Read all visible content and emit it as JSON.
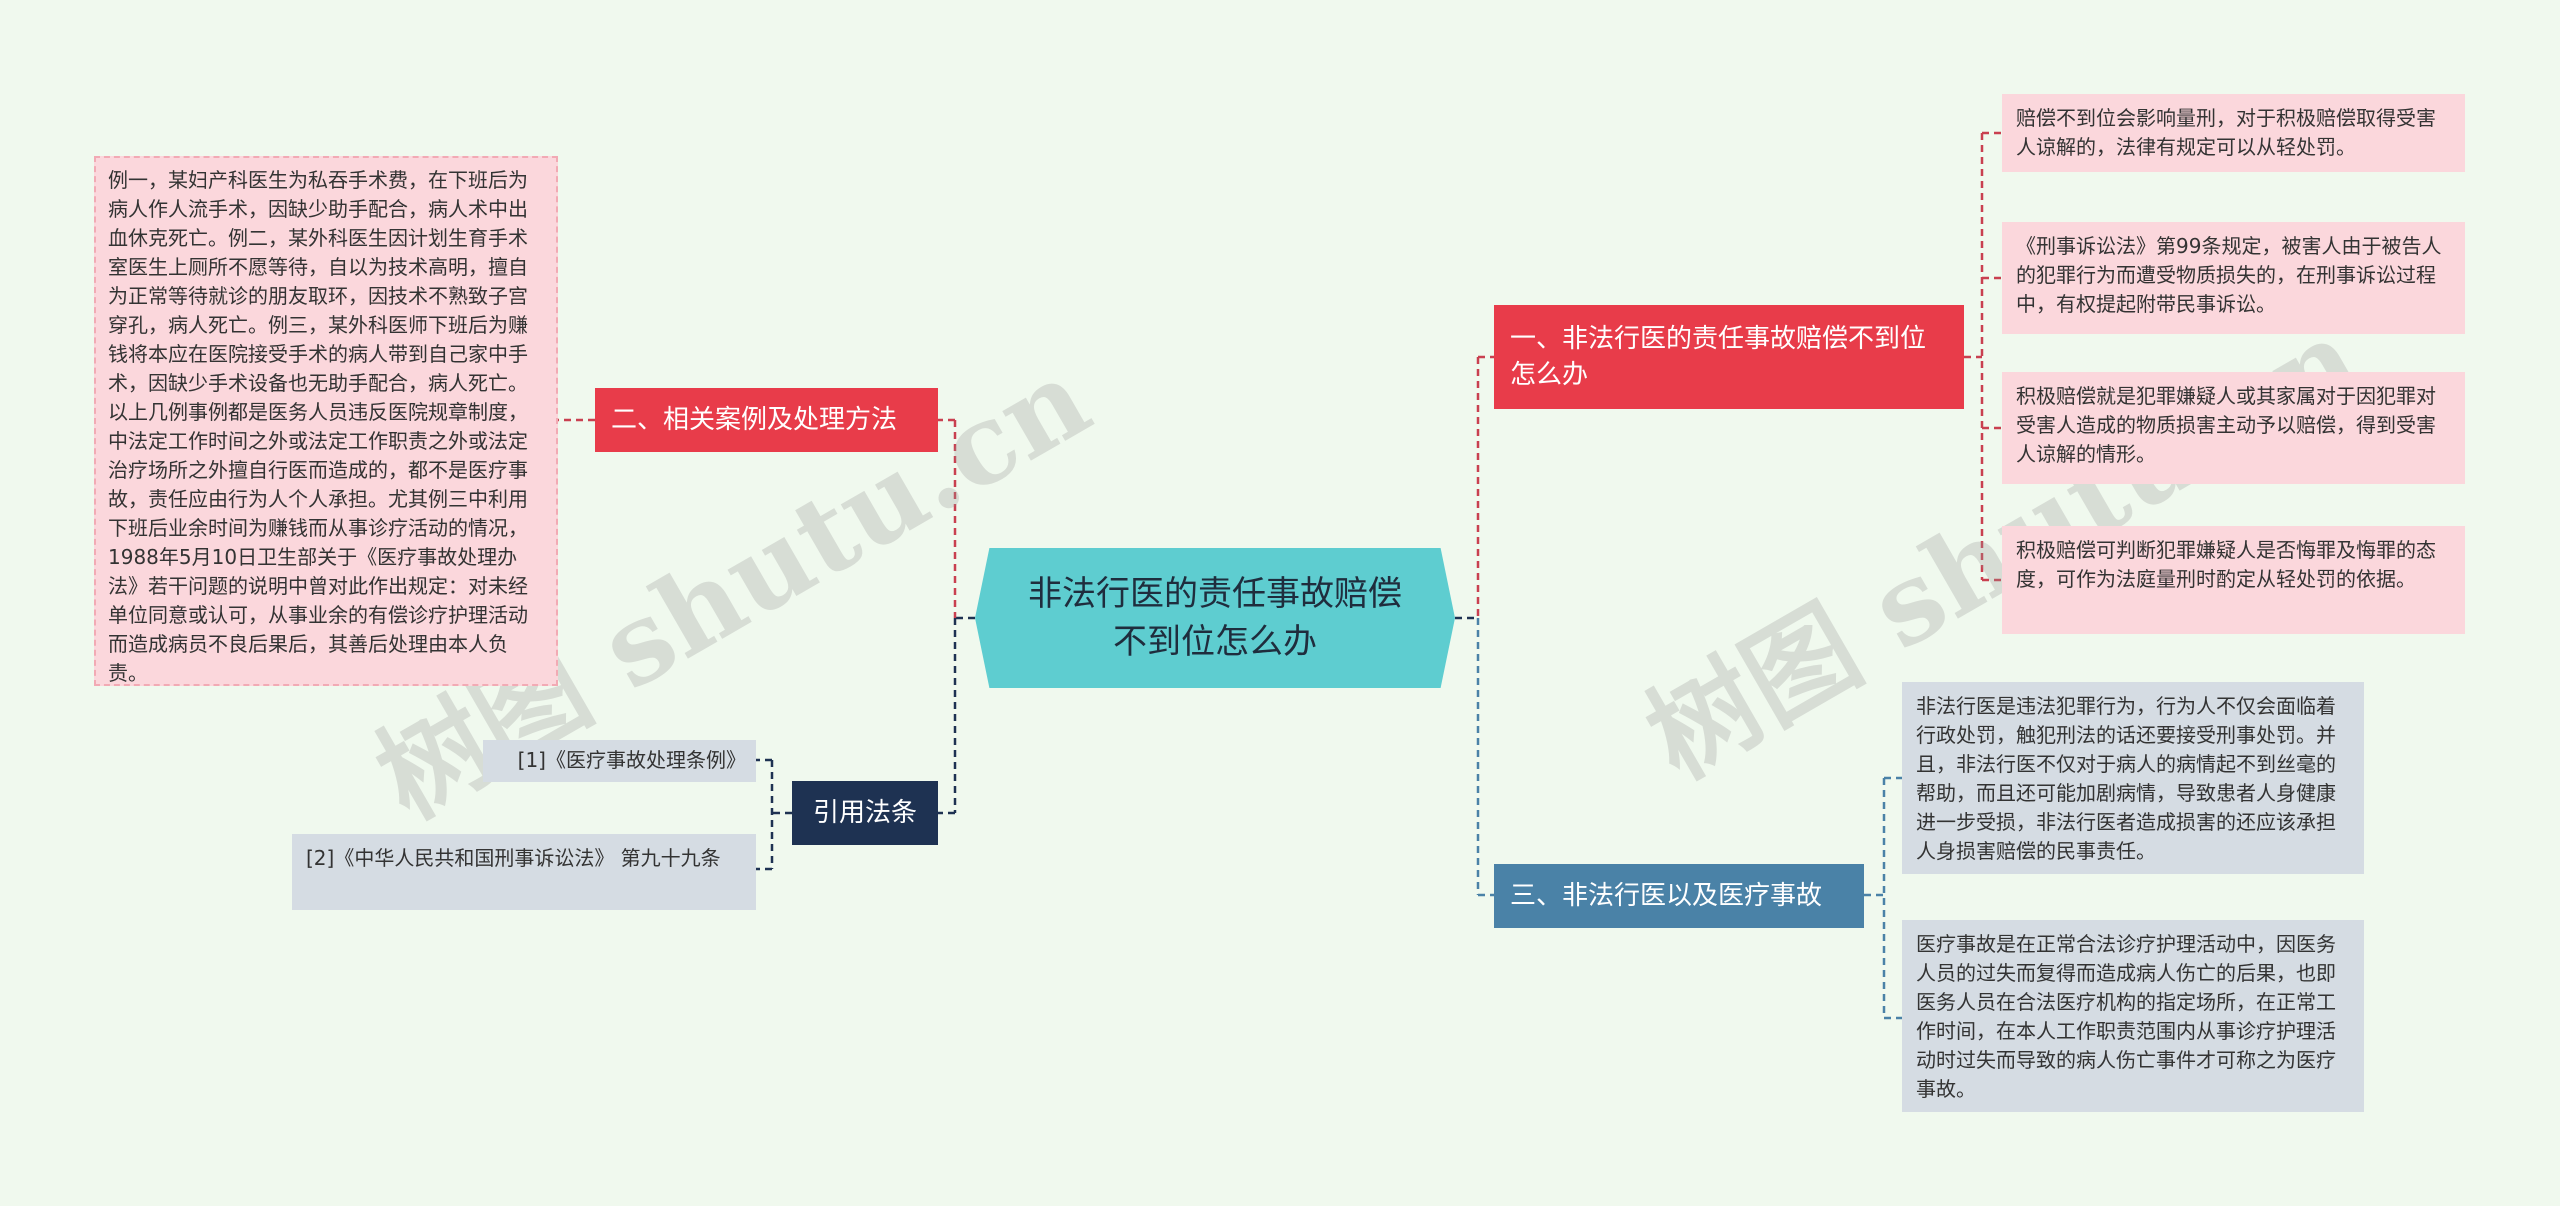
{
  "center": {
    "title": "非法行医的责任事故赔偿不到位怎么办"
  },
  "branches": {
    "b1": {
      "label": "一、非法行医的责任事故赔偿不到位怎么办",
      "leaves": [
        "赔偿不到位会影响量刑，对于积极赔偿取得受害人谅解的，法律有规定可以从轻处罚。",
        "《刑事诉讼法》第99条规定，被害人由于被告人的犯罪行为而遭受物质损失的，在刑事诉讼过程中，有权提起附带民事诉讼。",
        "积极赔偿就是犯罪嫌疑人或其家属对于因犯罪对受害人造成的物质损害主动予以赔偿，得到受害人谅解的情形。",
        "积极赔偿可判断犯罪嫌疑人是否悔罪及悔罪的态度，可作为法庭量刑时酌定从轻处罚的依据。"
      ]
    },
    "b2": {
      "label": "二、相关案例及处理方法",
      "leaves": [
        "例一，某妇产科医生为私吞手术费，在下班后为病人作人流手术，因缺少助手配合，病人术中出血休克死亡。例二，某外科医生因计划生育手术室医生上厕所不愿等待，自以为技术高明，擅自为正常等待就诊的朋友取环，因技术不熟致子宫穿孔，病人死亡。例三，某外科医师下班后为赚钱将本应在医院接受手术的病人带到自己家中手术，因缺少手术设备也无助手配合，病人死亡。以上几例事例都是医务人员违反医院规章制度，中法定工作时间之外或法定工作职责之外或法定治疗场所之外擅自行医而造成的，都不是医疗事故，责任应由行为人个人承担。尤其例三中利用下班后业余时间为赚钱而从事诊疗活动的情况，1988年5月10日卫生部关于《医疗事故处理办法》若干问题的说明中曾对此作出规定：对未经单位同意或认可，从事业余的有偿诊疗护理活动而造成病员不良后果后，其善后处理由本人负责。"
      ]
    },
    "b3": {
      "label": "三、非法行医以及医疗事故",
      "leaves": [
        "非法行医是违法犯罪行为，行为人不仅会面临着行政处罚，触犯刑法的话还要接受刑事处罚。并且，非法行医不仅对于病人的病情起不到丝毫的帮助，而且还可能加剧病情，导致患者人身健康进一步受损，非法行医者造成损害的还应该承担人身损害赔偿的民事责任。",
        "医疗事故是在正常合法诊疗护理活动中，因医务人员的过失而复得而造成病人伤亡的后果，也即医务人员在合法医疗机构的指定场所，在正常工作时间，在本人工作职责范围内从事诊疗护理活动时过失而导致的病人伤亡事件才可称之为医疗事故。"
      ]
    },
    "b4": {
      "label": "引用法条",
      "leaves": [
        "[1]《医疗事故处理条例》",
        "[2]《中华人民共和国刑事诉讼法》 第九十九条"
      ]
    }
  },
  "watermarks": [
    "树图 shutu.cn",
    "树图 shutu.cn"
  ],
  "colors": {
    "background": "#f0f9ee",
    "center": "#5ecdd0",
    "branch_red": "#e83c4a",
    "branch_blue": "#4a82a7",
    "branch_navy": "#1e3252",
    "leaf_pink": "#fbd7dc",
    "leaf_grey": "#d5dce3"
  }
}
